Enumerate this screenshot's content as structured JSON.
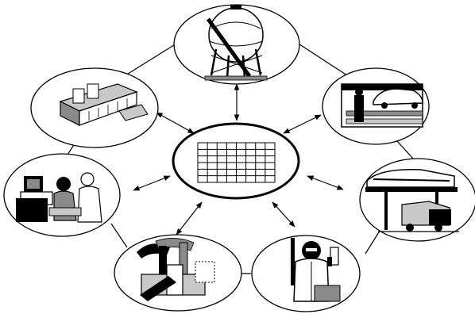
{
  "diagram": {
    "hub": {
      "icon": "grid-table-icon",
      "rows": 6,
      "cols": 8
    },
    "nodes": [
      {
        "id": "top",
        "icon": "spherical-storage-tank-icon"
      },
      {
        "id": "upper-right",
        "icon": "car-assembly-line-icon"
      },
      {
        "id": "right",
        "icon": "train-and-truck-terminal-icon"
      },
      {
        "id": "lower-right",
        "icon": "lab-scientist-icon"
      },
      {
        "id": "bottom",
        "icon": "smokestack-factory-icon"
      },
      {
        "id": "left",
        "icon": "computer-operator-workstation-icon"
      },
      {
        "id": "upper-left",
        "icon": "industrial-plant-icon"
      }
    ],
    "links": "bidirectional-arrows",
    "ring": "outer-connecting-lines"
  },
  "colors": {
    "ink": "#000000",
    "fill": "#ffffff",
    "shade": "#8a8a8a",
    "light": "#c8c8c8"
  }
}
